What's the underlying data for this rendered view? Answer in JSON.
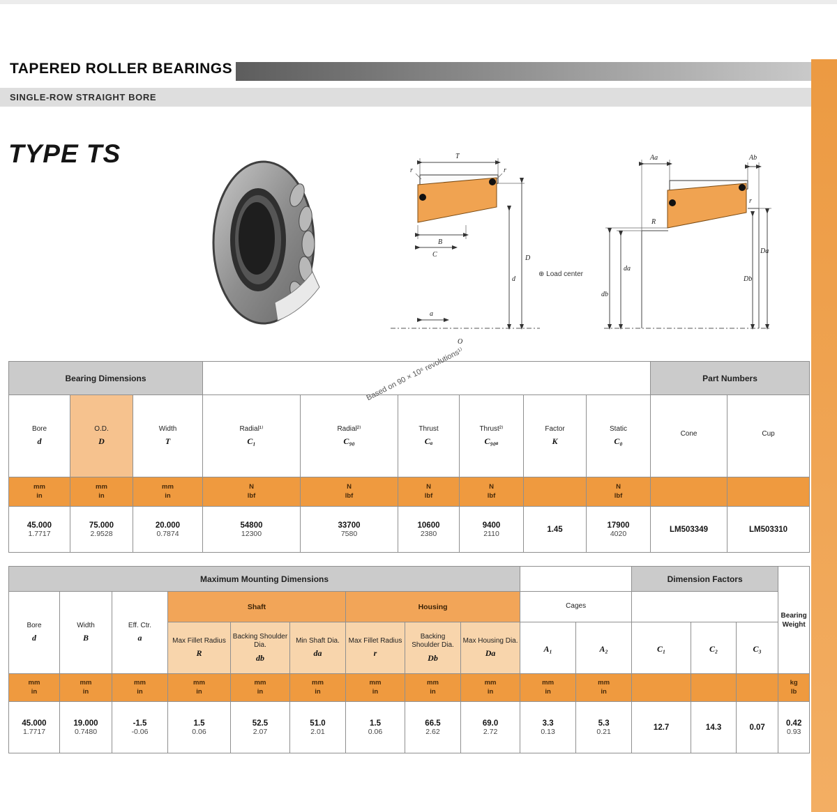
{
  "colors": {
    "accent": "#ef9a3f",
    "accent_light": "#f6c28e",
    "gray_header": "#cbcbcb",
    "stripe": "#ec9a42"
  },
  "header": {
    "title": "TAPERED ROLLER BEARINGS",
    "subtitle": "SINGLE-ROW STRAIGHT BORE",
    "type_label": "TYPE TS"
  },
  "diagram1": {
    "T": "T",
    "r1": "r",
    "r2": "r",
    "B": "B",
    "C": "C",
    "d": "d",
    "D": "D",
    "a": "a",
    "O": "O"
  },
  "diagram2": {
    "Aa": "Aa",
    "Ab": "Ab",
    "R": "R",
    "r": "r",
    "da": "da",
    "db": "db",
    "Da": "Da",
    "Db": "Db",
    "center": "⊕ Load center"
  },
  "table1": {
    "section_dimensions": "Bearing Dimensions",
    "section_parts": "Part Numbers",
    "note": "Based on 90 × 10⁶ revolutions¹⁾",
    "columns": [
      {
        "label": "Bore",
        "symbol": "d",
        "unit1": "mm",
        "unit2": "in",
        "v1": "45.000",
        "v2": "1.7717"
      },
      {
        "label": "O.D.",
        "symbol": "D",
        "unit1": "mm",
        "unit2": "in",
        "v1": "75.000",
        "v2": "2.9528"
      },
      {
        "label": "Width",
        "symbol": "T",
        "unit1": "mm",
        "unit2": "in",
        "v1": "20.000",
        "v2": "0.7874"
      },
      {
        "label": "Radial¹⁾",
        "symbol": "C₁",
        "unit1": "N",
        "unit2": "lbf",
        "v1": "54800",
        "v2": "12300"
      },
      {
        "label": "Radial²⁾",
        "symbol": "C₉₀",
        "unit1": "N",
        "unit2": "lbf",
        "v1": "33700",
        "v2": "7580"
      },
      {
        "label": "Thrust",
        "symbol": "Cₐ",
        "unit1": "N",
        "unit2": "lbf",
        "v1": "10600",
        "v2": "2380"
      },
      {
        "label": "Thrust²⁾",
        "symbol": "C₉₀ₐ",
        "unit1": "N",
        "unit2": "lbf",
        "v1": "9400",
        "v2": "2110"
      },
      {
        "label": "Factor",
        "symbol": "K",
        "unit1": "",
        "unit2": "",
        "v1": "1.45",
        "v2": ""
      },
      {
        "label": "Static",
        "symbol": "C₀",
        "unit1": "N",
        "unit2": "lbf",
        "v1": "17900",
        "v2": "4020"
      },
      {
        "label": "Cone",
        "symbol": "",
        "unit1": "",
        "unit2": "",
        "v1": "LM503349",
        "v2": ""
      },
      {
        "label": "Cup",
        "symbol": "",
        "unit1": "",
        "unit2": "",
        "v1": "LM503310",
        "v2": ""
      }
    ]
  },
  "table2": {
    "section_mounting": "Maximum Mounting Dimensions",
    "group_shaft": "Shaft",
    "group_housing": "Housing",
    "group_cages": "Cages",
    "section_factors": "Dimension Factors",
    "weight_label1": "Bearing",
    "weight_label2": "Weight",
    "columns": [
      {
        "label": "Bore",
        "symbol": "d",
        "unit1": "mm",
        "unit2": "in",
        "v1": "45.000",
        "v2": "1.7717"
      },
      {
        "label": "Width",
        "symbol": "B",
        "unit1": "mm",
        "unit2": "in",
        "v1": "19.000",
        "v2": "0.7480"
      },
      {
        "label": "Eff. Ctr.",
        "symbol": "a",
        "unit1": "mm",
        "unit2": "in",
        "v1": "-1.5",
        "v2": "-0.06"
      },
      {
        "label": "Max Fillet Radius",
        "symbol": "R",
        "unit1": "mm",
        "unit2": "in",
        "v1": "1.5",
        "v2": "0.06"
      },
      {
        "label": "Backing Shoulder Dia.",
        "symbol": "db",
        "unit1": "mm",
        "unit2": "in",
        "v1": "52.5",
        "v2": "2.07"
      },
      {
        "label": "Min Shaft Dia.",
        "symbol": "da",
        "unit1": "mm",
        "unit2": "in",
        "v1": "51.0",
        "v2": "2.01"
      },
      {
        "label": "Max Fillet Radius",
        "symbol": "r",
        "unit1": "mm",
        "unit2": "in",
        "v1": "1.5",
        "v2": "0.06"
      },
      {
        "label": "Backing Shoulder Dia.",
        "symbol": "Db",
        "unit1": "mm",
        "unit2": "in",
        "v1": "66.5",
        "v2": "2.62"
      },
      {
        "label": "Max Housing Dia.",
        "symbol": "Da",
        "unit1": "mm",
        "unit2": "in",
        "v1": "69.0",
        "v2": "2.72"
      },
      {
        "label": "",
        "symbol": "A₁",
        "unit1": "mm",
        "unit2": "in",
        "v1": "3.3",
        "v2": "0.13"
      },
      {
        "label": "",
        "symbol": "A₂",
        "unit1": "mm",
        "unit2": "in",
        "v1": "5.3",
        "v2": "0.21"
      },
      {
        "label": "",
        "symbol": "C₁",
        "unit1": "",
        "unit2": "",
        "v1": "12.7",
        "v2": ""
      },
      {
        "label": "",
        "symbol": "C₂",
        "unit1": "",
        "unit2": "",
        "v1": "14.3",
        "v2": ""
      },
      {
        "label": "",
        "symbol": "C₃",
        "unit1": "",
        "unit2": "",
        "v1": "0.07",
        "v2": ""
      },
      {
        "label": "",
        "symbol": "",
        "unit1": "kg",
        "unit2": "lb",
        "v1": "0.42",
        "v2": "0.93"
      }
    ]
  }
}
